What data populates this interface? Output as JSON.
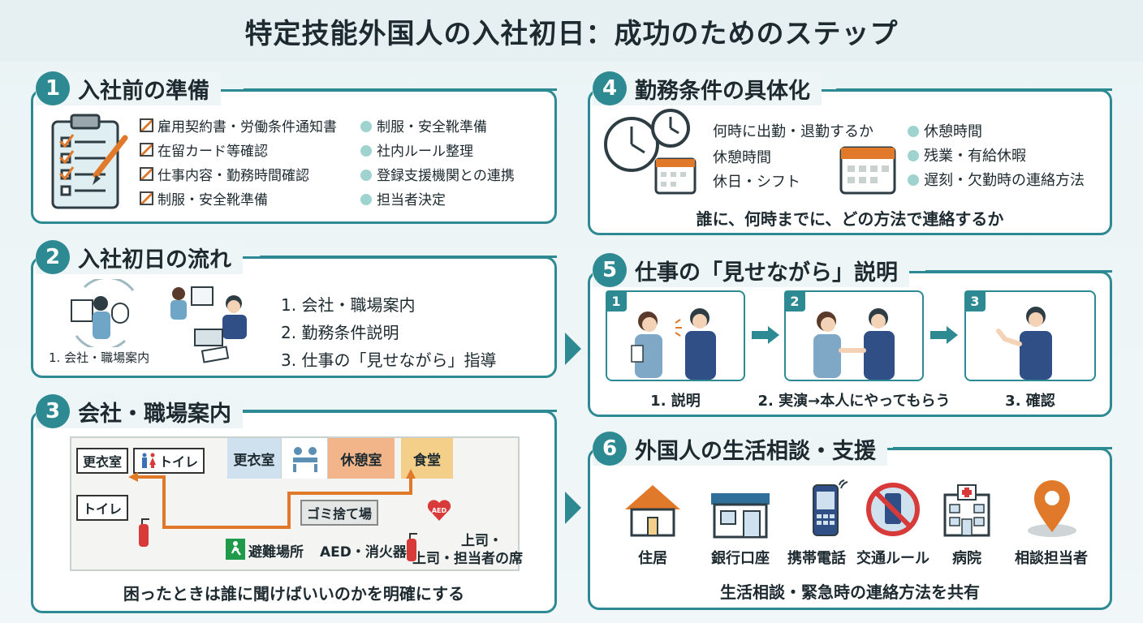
{
  "title": "特定技能外国人の入社初日：成功のためのステップ",
  "sections": {
    "s1": {
      "num": "1",
      "heading": "入社前の準備",
      "checks": [
        "雇用契約書・労働条件通知書",
        "在留カード等確認",
        "仕事内容・勤務時間確認",
        "制服・安全靴準備"
      ],
      "dots": [
        "制服・安全靴準備",
        "社内ルール整理",
        "登録支援機関との連携",
        "担当者決定"
      ]
    },
    "s2": {
      "num": "2",
      "heading": "入社初日の流れ",
      "caption": "1. 会社・職場案内",
      "steps": [
        "1. 会社・職場案内",
        "2. 勤務条件説明",
        "3. 仕事の「見せながら」指導"
      ]
    },
    "s3": {
      "num": "3",
      "heading": "会社・職場案内",
      "rooms": {
        "locker1": "更衣室",
        "toilet1": "トイレ",
        "toilet2": "トイレ",
        "locker2": "更衣室",
        "rest": "休憩室",
        "cafeteria": "食堂",
        "trash": "ゴミ捨て場",
        "aed": "AED",
        "evac": "避難場所",
        "aed_ext": "AED・消火器",
        "boss_a": "上司・",
        "boss_b": "上司・担当者の席"
      },
      "footer": "困ったときは誰に聞けばいいのかを明確にする"
    },
    "s4": {
      "num": "4",
      "heading": "勤務条件の具体化",
      "left": [
        "何時に出勤・退勤するか",
        "休憩時間",
        "休日・シフト"
      ],
      "right": [
        "休憩時間",
        "残業・有給休暇",
        "遅刻・欠勤時の連絡方法"
      ],
      "footer": "誰に、何時までに、どの方法で連絡するか"
    },
    "s5": {
      "num": "5",
      "heading": "仕事の「見せながら」説明",
      "steps": [
        {
          "num": "1",
          "label": "1. 説明"
        },
        {
          "num": "2",
          "label": "2. 実演→本人にやってもらう"
        },
        {
          "num": "3",
          "label": "3. 確認"
        }
      ]
    },
    "s6": {
      "num": "6",
      "heading": "外国人の生活相談・支援",
      "icons": [
        "住居",
        "銀行口座",
        "携帯電話",
        "交通ルール",
        "病院",
        "相談担当者"
      ],
      "footer": "生活相談・緊急時の連絡方法を共有"
    }
  },
  "colors": {
    "accent": "#2d8a92",
    "orange": "#e07a2a",
    "mint": "#9fd3cf",
    "red": "#d83a3a"
  }
}
